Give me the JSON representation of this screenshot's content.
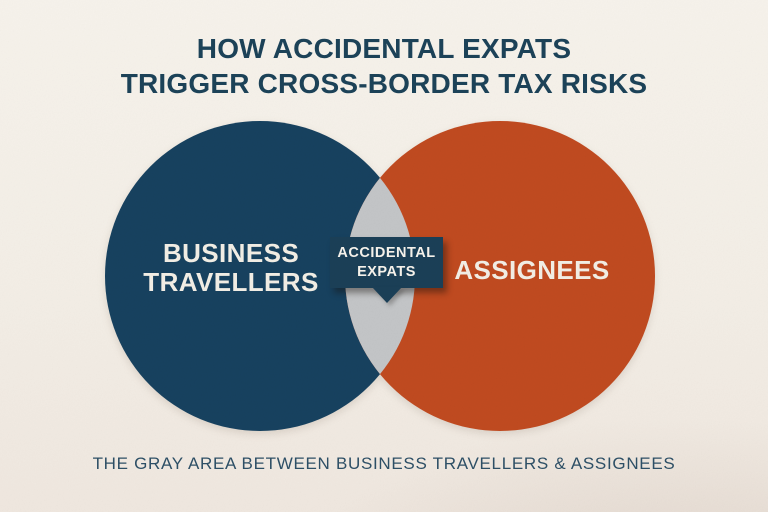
{
  "title": {
    "line1": "HOW ACCIDENTAL EXPATS",
    "line2": "TRIGGER CROSS-BORDER TAX RISKS"
  },
  "venn": {
    "left_circle": {
      "label_line1": "BUSINESS",
      "label_line2": "TRAVELLERS",
      "color": "#17415f"
    },
    "right_circle": {
      "label": "ASSIGNEES",
      "color": "#c04a20"
    },
    "overlap": {
      "color": "#c3c5c7",
      "badge": {
        "line1": "ACCIDENTAL",
        "line2": "EXPATS",
        "background": "#1b3f57",
        "text_color": "#f7f3ec"
      }
    }
  },
  "caption": "THE GRAY AREA BETWEEN BUSINESS TRAVELLERS & ASSIGNEES",
  "colors": {
    "background": "#f3eee6",
    "title_text": "#1c4258",
    "caption_text": "#2d4f66",
    "circle_label_text": "#f2eee5"
  }
}
